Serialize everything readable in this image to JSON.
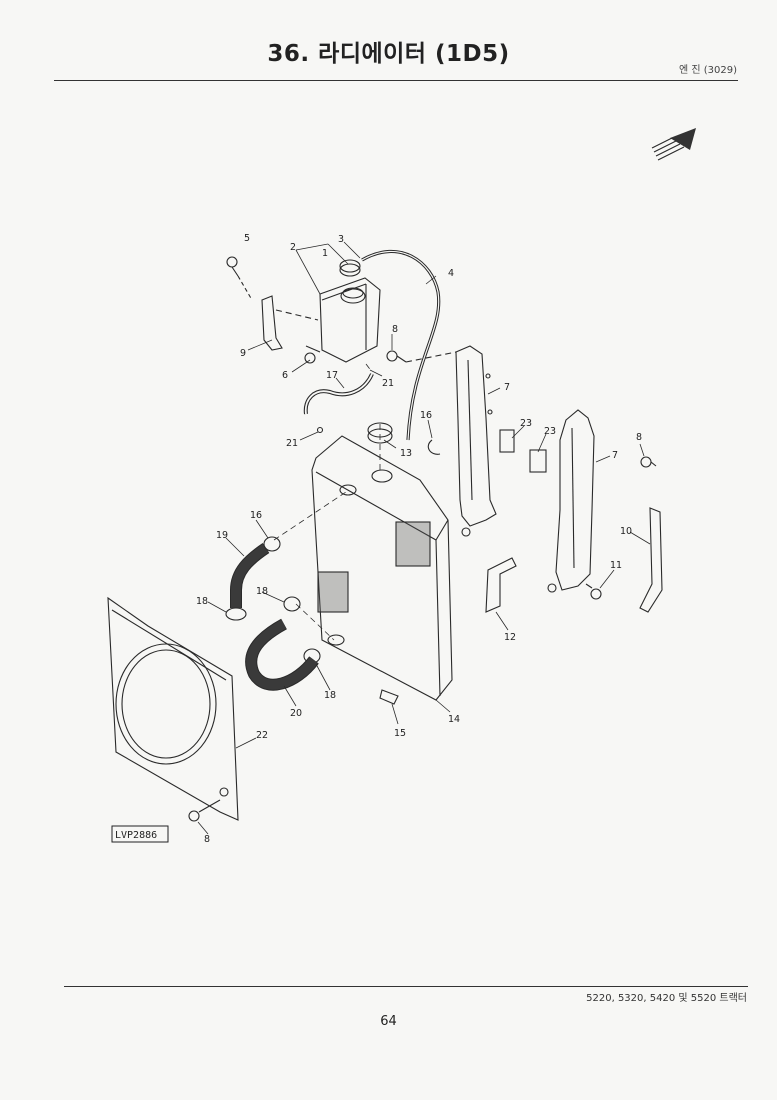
{
  "header": {
    "title": "36. 라디에이터 (1D5)",
    "section": "엔 진 (3029)"
  },
  "diagram": {
    "figure_code": "LVP2886",
    "callouts": [
      {
        "id": "c5",
        "text": "5"
      },
      {
        "id": "c2",
        "text": "2"
      },
      {
        "id": "c1",
        "text": "1"
      },
      {
        "id": "c3",
        "text": "3"
      },
      {
        "id": "c4",
        "text": "4"
      },
      {
        "id": "c9",
        "text": "9"
      },
      {
        "id": "c6",
        "text": "6"
      },
      {
        "id": "c8a",
        "text": "8"
      },
      {
        "id": "c17",
        "text": "17"
      },
      {
        "id": "c21a",
        "text": "21"
      },
      {
        "id": "c7a",
        "text": "7"
      },
      {
        "id": "c16a",
        "text": "16"
      },
      {
        "id": "c23a",
        "text": "23"
      },
      {
        "id": "c23b",
        "text": "23"
      },
      {
        "id": "c8b",
        "text": "8"
      },
      {
        "id": "c7b",
        "text": "7"
      },
      {
        "id": "c21b",
        "text": "21"
      },
      {
        "id": "c13",
        "text": "13"
      },
      {
        "id": "c16b",
        "text": "16"
      },
      {
        "id": "c19",
        "text": "19"
      },
      {
        "id": "c10",
        "text": "10"
      },
      {
        "id": "c11",
        "text": "11"
      },
      {
        "id": "c18a",
        "text": "18"
      },
      {
        "id": "c18b",
        "text": "18"
      },
      {
        "id": "c12",
        "text": "12"
      },
      {
        "id": "c18c",
        "text": "18"
      },
      {
        "id": "c20",
        "text": "20"
      },
      {
        "id": "c15",
        "text": "15"
      },
      {
        "id": "c14",
        "text": "14"
      },
      {
        "id": "c22",
        "text": "22"
      },
      {
        "id": "c8c",
        "text": "8"
      }
    ]
  },
  "footer": {
    "models": "5220, 5320, 5420 및 5520 트랙터",
    "page_number": "64"
  }
}
